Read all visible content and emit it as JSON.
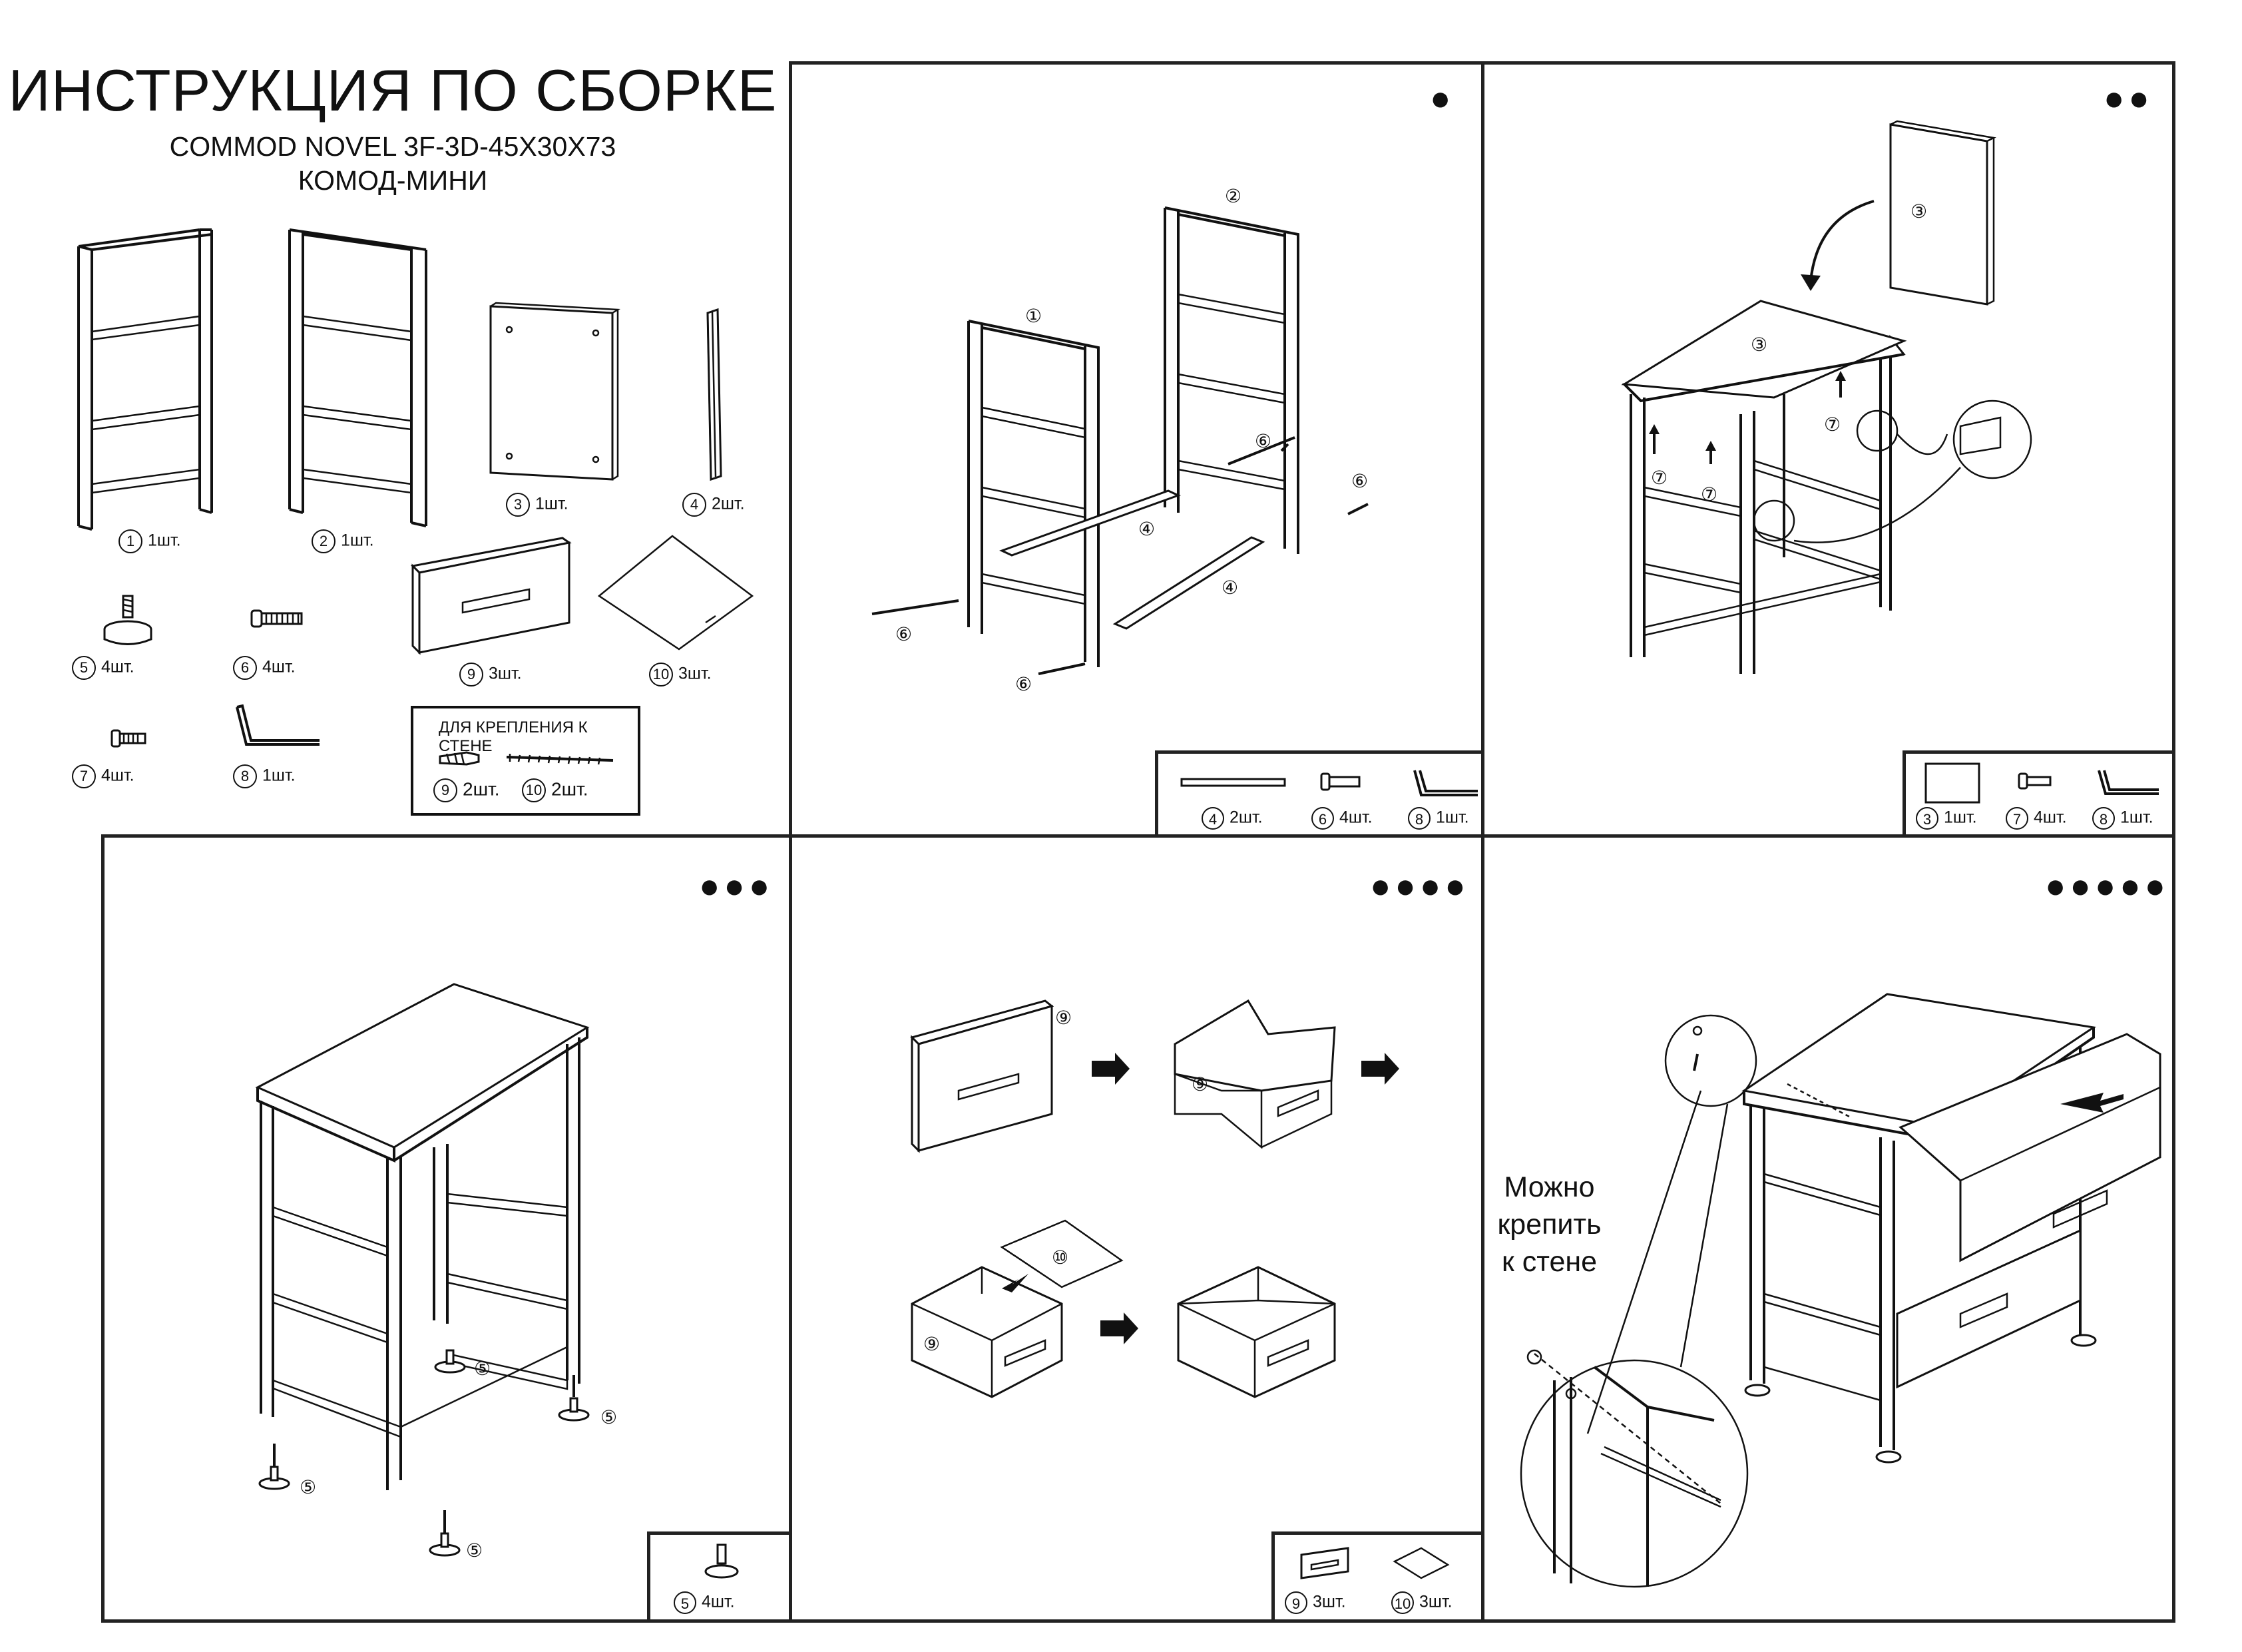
{
  "header": {
    "title": "ИНСТРУКЦИЯ ПО СБОРКЕ",
    "model": "COMMOD NOVEL 3F-3D-45X30X73",
    "product": "КОМОД-МИНИ"
  },
  "parts": [
    {
      "num": "1",
      "qty": "1шт."
    },
    {
      "num": "2",
      "qty": "1шт."
    },
    {
      "num": "3",
      "qty": "1шт."
    },
    {
      "num": "4",
      "qty": "2шт."
    },
    {
      "num": "5",
      "qty": "4шт."
    },
    {
      "num": "6",
      "qty": "4шт."
    },
    {
      "num": "9",
      "qty": "3шт."
    },
    {
      "num": "10",
      "qty": "3шт."
    },
    {
      "num": "7",
      "qty": "4шт."
    },
    {
      "num": "8",
      "qty": "1шт."
    }
  ],
  "wall_kit": {
    "title": "ДЛЯ КРЕПЛЕНИЯ К СТЕНЕ",
    "items": [
      {
        "num": "9",
        "qty": "2шт."
      },
      {
        "num": "10",
        "qty": "2шт."
      }
    ]
  },
  "steps": [
    {
      "dots": "●",
      "labels": [
        "1",
        "2",
        "4",
        "4",
        "6",
        "6",
        "6",
        "6"
      ],
      "parts": [
        {
          "num": "4",
          "qty": "2шт."
        },
        {
          "num": "6",
          "qty": "4шт."
        },
        {
          "num": "8",
          "qty": "1шт."
        }
      ]
    },
    {
      "dots": "●●",
      "labels": [
        "3",
        "3",
        "7",
        "7",
        "7"
      ],
      "parts": [
        {
          "num": "3",
          "qty": "1шт."
        },
        {
          "num": "7",
          "qty": "4шт."
        },
        {
          "num": "8",
          "qty": "1шт."
        }
      ]
    },
    {
      "dots": "●●●",
      "labels": [
        "5",
        "5",
        "5",
        "5"
      ],
      "parts": [
        {
          "num": "5",
          "qty": "4шт."
        }
      ]
    },
    {
      "dots": "●●●●",
      "labels": [
        "9",
        "9",
        "9",
        "10"
      ],
      "parts": [
        {
          "num": "9",
          "qty": "3шт."
        },
        {
          "num": "10",
          "qty": "3шт."
        }
      ]
    },
    {
      "dots": "●●●●●",
      "labels": [],
      "note": [
        "Можно",
        "крепить",
        "к стене"
      ]
    }
  ]
}
